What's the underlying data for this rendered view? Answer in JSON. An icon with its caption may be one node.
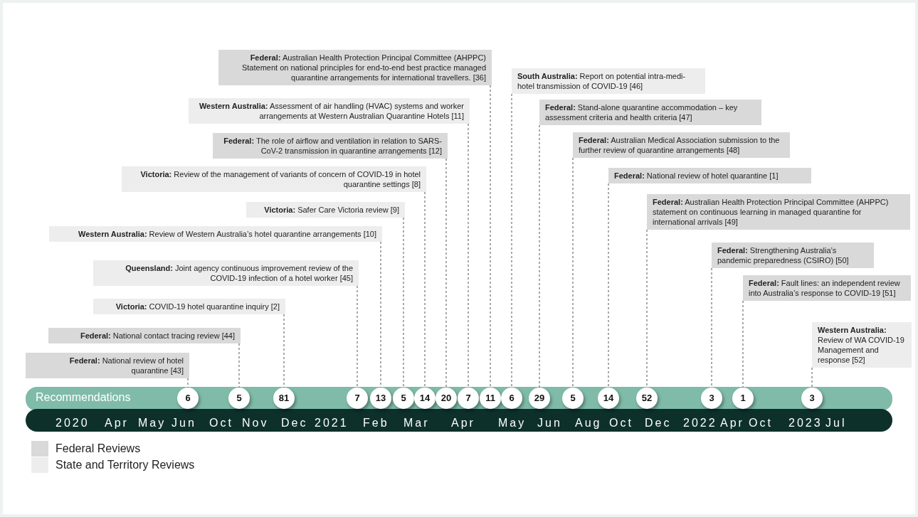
{
  "diagram": {
    "nodes": [
      {
        "text": [
          "**Federal:** National review of hotel quarantine [43]"
        ]
      },
      {
        "text": [
          "**Federal:** National contact tracing review [44]"
        ]
      },
      {
        "text": [
          "**Victoria:** COVID-19 hotel quarantine inquiry [2]"
        ]
      },
      {
        "text": [
          "**Queensland:** Joint agency continuous improvement review of the COVID-19 infection of a hotel worker [45]"
        ]
      },
      {
        "text": [
          "**Western Australia:** Review of Western Australia’s hotel quarantine arrangements [10]"
        ]
      },
      {
        "text": [
          "**Victoria:** Safer Care Victoria review [9]"
        ]
      },
      {
        "text": [
          "**Victoria:** Review of the management of variants of concern of COVID-19 in hotel quarantine settings [8]"
        ]
      },
      {
        "text": [
          "**Federal:** The role of airflow and ventilation in relation to SARS-CoV-2 transmission in quarantine arrangements [12]"
        ]
      },
      {
        "text": [
          "**Western Australia:** Assessment of air handling (HVAC) systems and worker arrangements at Western Australian Quarantine Hotels [11]"
        ]
      },
      {
        "text": [
          "**Federal:** Australian Health Protection Principal Committee (AHPPC) Statement on national principles for end-to-end best practice managed quarantine arrangements for international travellers. [36]"
        ]
      },
      {
        "text": [
          "**South Australia:** Report on potential intra-medi-hotel transmission of COVID-19 [46]"
        ]
      },
      {
        "text": [
          "**Federal:** Stand-alone quarantine accommodation – key assessment criteria and health criteria [47]"
        ]
      },
      {
        "text": [
          "**Federal:** Australian Medical Association submission to the further review of quarantine arrangements [48]"
        ]
      },
      {
        "text": [
          "**Federal:** National review of hotel quarantine [1]"
        ]
      },
      {
        "text": [
          "**Federal:** Australian Health Protection Principal Committee (AHPPC) statement on continuous learning in managed quarantine for international arrivals [49]"
        ]
      },
      {
        "text": [
          "**Federal:** Strengthening Australia’s pandemic preparedness (CSIRO) [50]"
        ]
      },
      {
        "text": [
          "**Federal:** Fault lines: an independent review into Australia’s response to COVID-19 [51]"
        ]
      },
      {
        "text": [
          "**Western Australia:** Review of WA COVID-19 Management and response [52]"
        ]
      },
      {
        "text": [
          "6"
        ]
      },
      {
        "text": [
          "5"
        ]
      },
      {
        "text": [
          "81"
        ]
      },
      {
        "text": [
          "7"
        ]
      },
      {
        "text": [
          "13"
        ]
      },
      {
        "text": [
          "5"
        ]
      },
      {
        "text": [
          "14"
        ]
      },
      {
        "text": [
          "20"
        ]
      },
      {
        "text": [
          "7"
        ]
      },
      {
        "text": [
          "11"
        ]
      },
      {
        "text": [
          "6"
        ]
      },
      {
        "text": [
          "29"
        ]
      },
      {
        "text": [
          "5"
        ]
      },
      {
        "text": [
          "14"
        ]
      },
      {
        "text": [
          "52"
        ]
      },
      {
        "text": [
          "3"
        ]
      },
      {
        "text": [
          "1"
        ]
      },
      {
        "text": [
          "3"
        ]
      }
    ],
    "edges": [
      {
        "from": 0,
        "to": 18,
        "arrow": "none",
        "style": "dashed"
      },
      {
        "from": 1,
        "to": 19,
        "arrow": "none",
        "style": "dashed"
      },
      {
        "from": 2,
        "to": 20,
        "arrow": "none",
        "style": "dashed"
      },
      {
        "from": 3,
        "to": 21,
        "arrow": "none",
        "style": "dashed"
      },
      {
        "from": 4,
        "to": 22,
        "arrow": "none",
        "style": "dashed"
      },
      {
        "from": 5,
        "to": 23,
        "arrow": "none",
        "style": "dashed"
      },
      {
        "from": 6,
        "to": 24,
        "arrow": "none",
        "style": "dashed"
      },
      {
        "from": 7,
        "to": 25,
        "arrow": "none",
        "style": "dashed"
      },
      {
        "from": 8,
        "to": 26,
        "arrow": "none",
        "style": "dashed"
      },
      {
        "from": 9,
        "to": 27,
        "arrow": "none",
        "style": "dashed"
      },
      {
        "from": 10,
        "to": 28,
        "arrow": "none",
        "style": "dashed"
      },
      {
        "from": 11,
        "to": 29,
        "arrow": "none",
        "style": "dashed"
      },
      {
        "from": 12,
        "to": 30,
        "arrow": "none",
        "style": "dashed"
      },
      {
        "from": 13,
        "to": 31,
        "arrow": "none",
        "style": "dashed"
      },
      {
        "from": 14,
        "to": 32,
        "arrow": "none",
        "style": "dashed"
      },
      {
        "from": 15,
        "to": 33,
        "arrow": "none",
        "style": "dashed"
      },
      {
        "from": 16,
        "to": 34,
        "arrow": "none",
        "style": "dashed"
      },
      {
        "from": 17,
        "to": 35,
        "arrow": "none",
        "style": "dashed"
      }
    ],
    "labels": [
      "Recommendations",
      "2020",
      "Apr",
      "May",
      "Jun",
      "Oct",
      "Nov",
      "Dec",
      "2021",
      "Feb",
      "Mar",
      "Apr",
      "May",
      "Jun",
      "Aug",
      "Oct",
      "Dec",
      "2022",
      "Apr",
      "Oct",
      "2023",
      "Jul"
    ],
    "legend": [
      {
        "text": "Federal Reviews",
        "color": "#d9d9d9"
      },
      {
        "text": "State and Territory Reviews",
        "color": "#ededed"
      }
    ]
  }
}
